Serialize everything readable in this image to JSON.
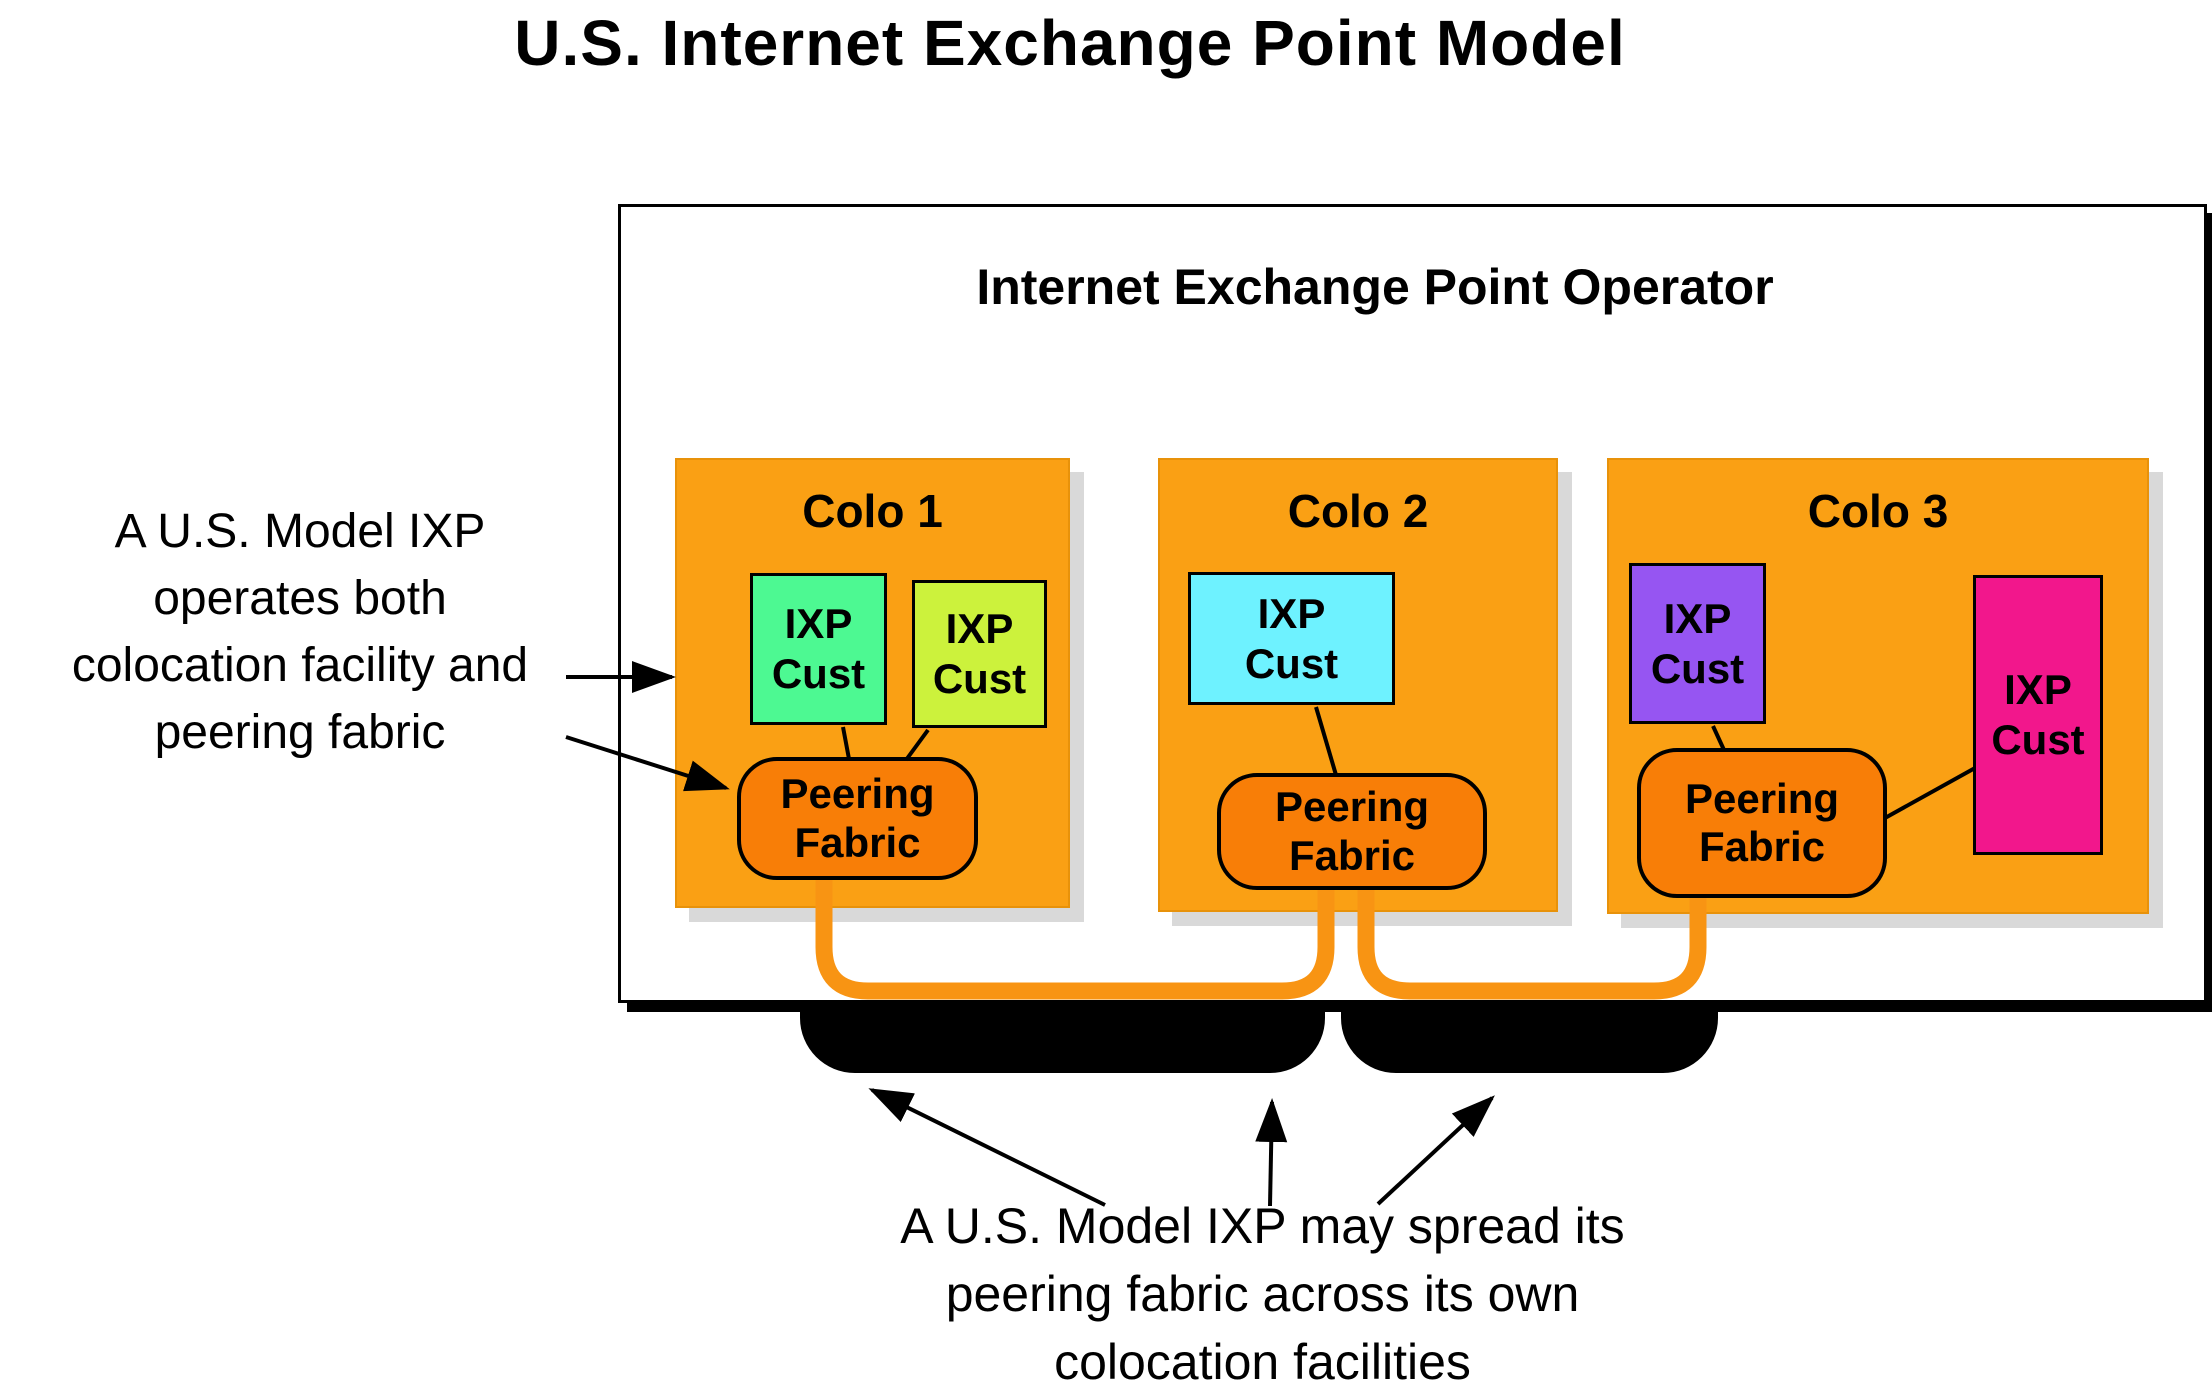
{
  "title": "U.S. Internet Exchange Point Model",
  "operator_label": "Internet Exchange Point Operator",
  "colos": [
    {
      "name": "Colo 1",
      "fabric_label": "Peering\nFabric",
      "customers": [
        {
          "label": "IXP\nCust",
          "color_key": "cust_green"
        },
        {
          "label": "IXP\nCust",
          "color_key": "cust_yellow_green"
        }
      ]
    },
    {
      "name": "Colo 2",
      "fabric_label": "Peering\nFabric",
      "customers": [
        {
          "label": "IXP\nCust",
          "color_key": "cust_cyan"
        }
      ]
    },
    {
      "name": "Colo 3",
      "fabric_label": "Peering\nFabric",
      "customers": [
        {
          "label": "IXP\nCust",
          "color_key": "cust_purple"
        },
        {
          "label": "IXP\nCust",
          "color_key": "cust_pink"
        }
      ]
    }
  ],
  "annotations": {
    "left_lines": [
      "A U.S. Model IXP",
      "operates both",
      "colocation facility and",
      "peering fabric"
    ],
    "bottom_lines": [
      "A U.S. Model IXP may spread its",
      "peering fabric across its own",
      "colocation facilities"
    ]
  },
  "colors": {
    "colo_orange": "#FAA014",
    "fabric_orange": "#F87E07",
    "connector_orange": "#F89413",
    "cust_green": "#4DF992",
    "cust_yellow_green": "#CCF23C",
    "cust_cyan": "#6EF2FF",
    "cust_purple": "#9655F2",
    "cust_pink": "#F2178C",
    "shadow_gray": "#D9D9D9",
    "outline_black": "#000000"
  }
}
